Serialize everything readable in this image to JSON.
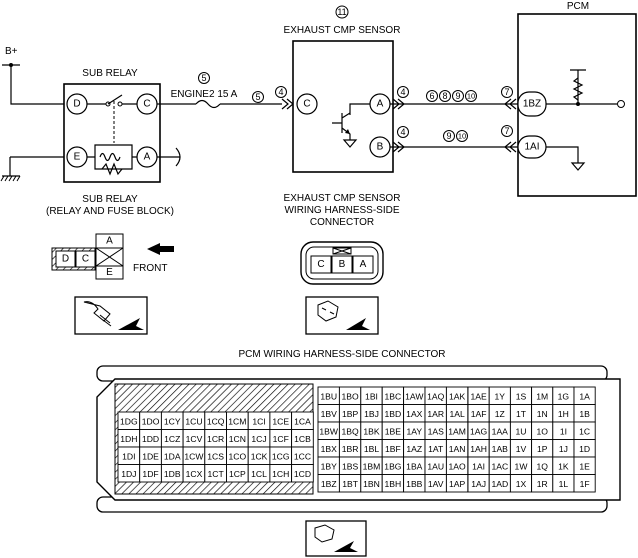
{
  "labels": {
    "b_plus": "B+",
    "sub_relay": "SUB RELAY",
    "sub_relay_caption": [
      "SUB RELAY",
      "(RELAY AND FUSE BLOCK)"
    ],
    "fuse": "ENGINE2 15 A",
    "sensor_title": "EXHAUST CMP SENSOR",
    "pcm": "PCM",
    "sensor_conn_caption": [
      "EXHAUST CMP SENSOR",
      "WIRING HARNESS-SIDE",
      "CONNECTOR"
    ],
    "front": "FRONT",
    "pcm_conn_caption": "PCM WIRING HARNESS-SIDE CONNECTOR"
  },
  "callouts": {
    "sensor": "11",
    "fuse": "5",
    "wire_c": "5",
    "sensor_c": "4",
    "sensor_a": "4",
    "sensor_b": "4",
    "wire_a": [
      "6",
      "8",
      "9",
      "10"
    ],
    "wire_b": [
      "9",
      "10"
    ],
    "pcm_1bz": "7",
    "pcm_1ai": "7"
  },
  "relay_pins": {
    "d": "D",
    "c": "C",
    "e": "E",
    "a": "A"
  },
  "sensor_pins": {
    "c": "C",
    "a": "A",
    "b": "B"
  },
  "pcm_pins": {
    "bz": "1BZ",
    "ai": "1AI"
  },
  "relay_connector": {
    "top": "A",
    "d": "D",
    "c": "C",
    "e": "E"
  },
  "sensor_connector": [
    "C",
    "B",
    "A"
  ],
  "pcm_connector": {
    "left": [
      [
        "1DG",
        "1DO",
        "1CY",
        "1CU",
        "1CQ",
        "1CM",
        "1CI",
        "1CE",
        "1CA"
      ],
      [
        "1DH",
        "1DD",
        "1CZ",
        "1CV",
        "1CR",
        "1CN",
        "1CJ",
        "1CF",
        "1CB"
      ],
      [
        "1DI",
        "1DE",
        "1DA",
        "1CW",
        "1CS",
        "1CO",
        "1CK",
        "1CG",
        "1CC"
      ],
      [
        "1DJ",
        "1DF",
        "1DB",
        "1CX",
        "1CT",
        "1CP",
        "1CL",
        "1CH",
        "1CD"
      ]
    ],
    "middle": [
      [
        "1BU",
        "1BO",
        "1BI",
        "1BC",
        "1AW",
        "1AQ",
        "1AK"
      ],
      [
        "1BV",
        "1BP",
        "1BJ",
        "1BD",
        "1AX",
        "1AR",
        "1AL"
      ],
      [
        "1BW",
        "1BQ",
        "1BK",
        "1BE",
        "1AY",
        "1AS",
        "1AM"
      ],
      [
        "1BX",
        "1BR",
        "1BL",
        "1BF",
        "1AZ",
        "1AT",
        "1AN"
      ],
      [
        "1BY",
        "1BS",
        "1BM",
        "1BG",
        "1BA",
        "1AU",
        "1AO"
      ],
      [
        "1BZ",
        "1BT",
        "1BN",
        "1BH",
        "1BB",
        "1AV",
        "1AP"
      ]
    ],
    "right": [
      [
        "1AE",
        "1Y",
        "1S",
        "1M",
        "1G",
        "1A"
      ],
      [
        "1AF",
        "1Z",
        "1T",
        "1N",
        "1H",
        "1B"
      ],
      [
        "1AG",
        "1AA",
        "1U",
        "1O",
        "1I",
        "1C"
      ],
      [
        "1AH",
        "1AB",
        "1V",
        "1P",
        "1J",
        "1D"
      ],
      [
        "1AI",
        "1AC",
        "1W",
        "1Q",
        "1K",
        "1E"
      ],
      [
        "1AJ",
        "1AD",
        "1X",
        "1R",
        "1L",
        "1F"
      ]
    ]
  }
}
